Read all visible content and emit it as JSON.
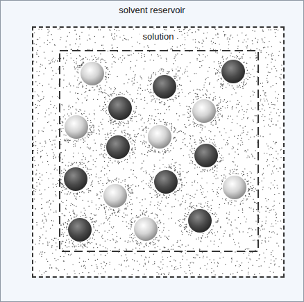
{
  "diagram": {
    "nodes": [
      {
        "text": [
          "solvent reservoir"
        ]
      },
      {
        "text": [
          "solution"
        ],
        "in": 0
      }
    ]
  }
}
